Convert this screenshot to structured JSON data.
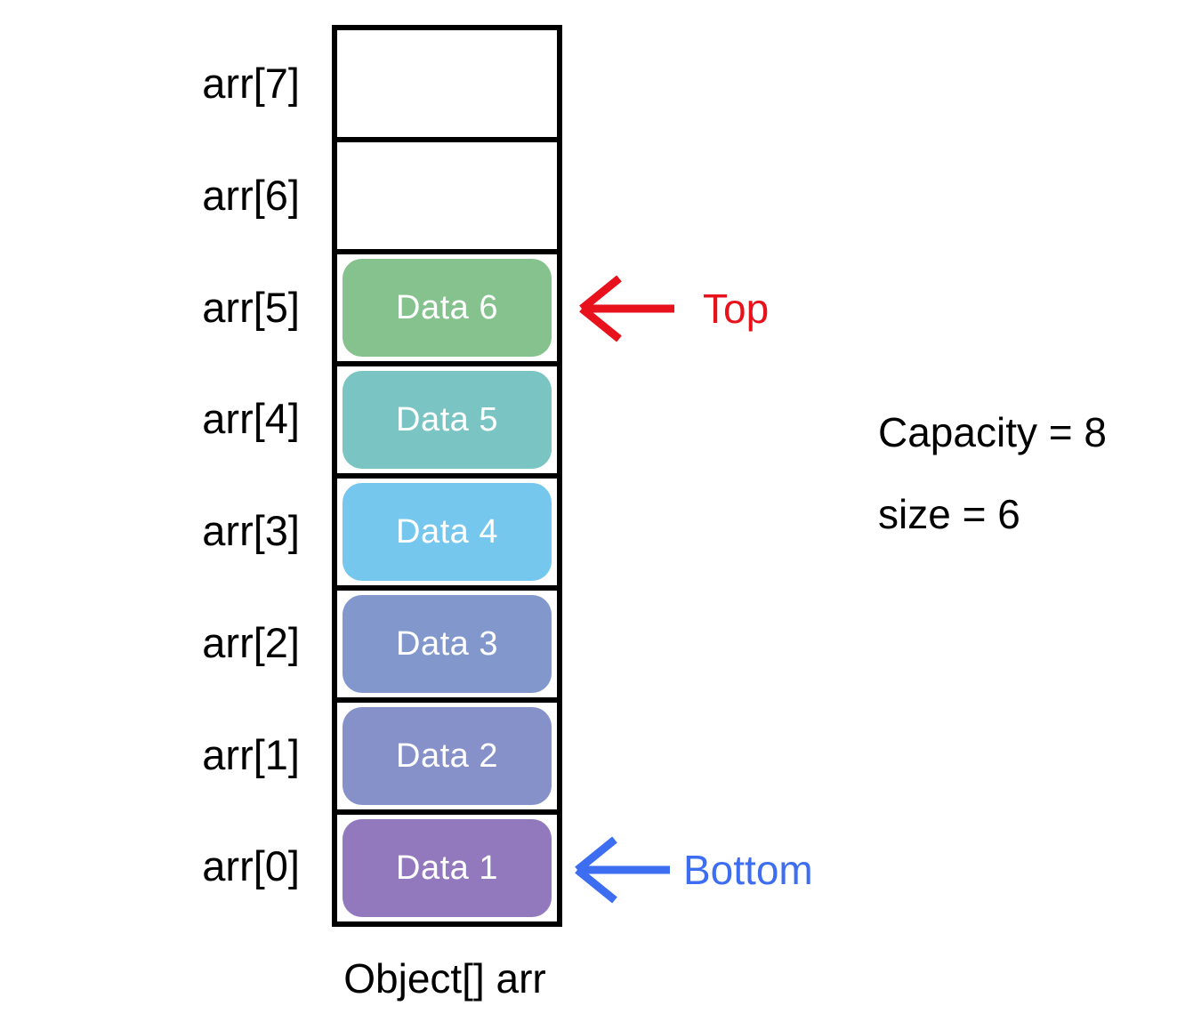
{
  "diagram": {
    "caption": "Object[] arr",
    "slots": [
      {
        "label": "arr[7]",
        "value": ""
      },
      {
        "label": "arr[6]",
        "value": ""
      },
      {
        "label": "arr[5]",
        "value": "Data 6",
        "color": "#85c28d"
      },
      {
        "label": "arr[4]",
        "value": "Data 5",
        "color": "#7ac5c3"
      },
      {
        "label": "arr[3]",
        "value": "Data 4",
        "color": "#75c7ed"
      },
      {
        "label": "arr[2]",
        "value": "Data 3",
        "color": "#8297cb"
      },
      {
        "label": "arr[1]",
        "value": "Data 2",
        "color": "#8690c9"
      },
      {
        "label": "arr[0]",
        "value": "Data 1",
        "color": "#9279be"
      }
    ],
    "pointers": {
      "top": {
        "label": "Top",
        "color": "#e8121d"
      },
      "bottom": {
        "label": "Bottom",
        "color": "#3d6ef2"
      }
    },
    "stats": {
      "capacity": "Capacity = 8",
      "size": "size = 6"
    },
    "border_color": "#000000"
  }
}
